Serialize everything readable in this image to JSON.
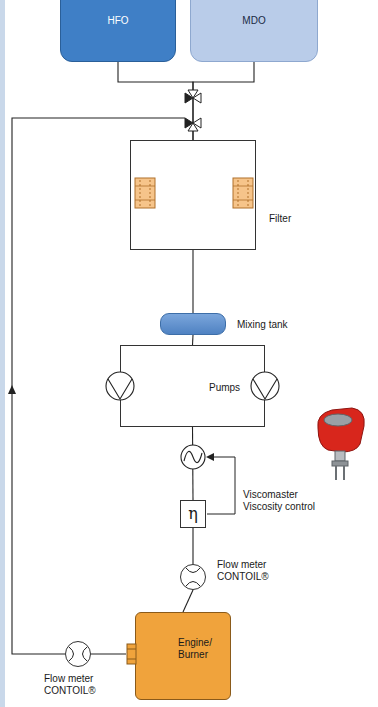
{
  "diagram": {
    "nodes": [
      {
        "text": [
          "HFO"
        ]
      },
      {
        "text": [
          "MDO"
        ]
      },
      {
        "text": [
          "Filter"
        ]
      },
      {
        "text": [
          "Mixing tank"
        ]
      },
      {
        "text": [
          "Pumps"
        ]
      },
      {
        "text": [
          "η",
          "Viscomaster Viscosity control"
        ]
      },
      {
        "text": [
          "Flow meter CONTOIL®"
        ]
      },
      {
        "text": [
          "Engine/ Burner"
        ]
      },
      {
        "text": [
          "Flow meter CONTOIL®"
        ]
      }
    ],
    "edges": [
      {
        "from": 0,
        "to": 2,
        "arrow": "none"
      },
      {
        "from": 1,
        "to": 2,
        "arrow": "none"
      },
      {
        "from": 2,
        "to": 3,
        "arrow": "none"
      },
      {
        "from": 3,
        "to": 4,
        "arrow": "none"
      },
      {
        "from": 4,
        "to": 5,
        "arrow": "none"
      },
      {
        "from": 5,
        "to": 6,
        "arrow": "none"
      },
      {
        "from": 6,
        "to": 7,
        "arrow": "none"
      },
      {
        "from": 7,
        "to": 8,
        "arrow": "none"
      },
      {
        "from": 8,
        "to": 2,
        "arrow": "to"
      }
    ]
  }
}
